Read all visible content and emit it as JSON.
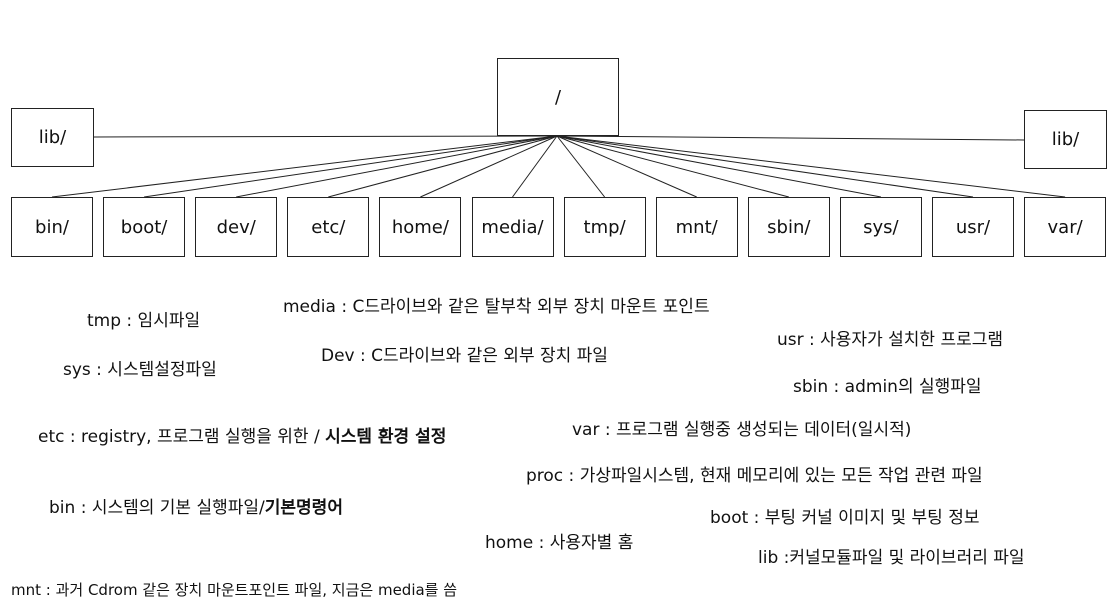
{
  "tree": {
    "root": "/",
    "side_left": "lib/",
    "side_right": "lib/",
    "children": [
      "bin/",
      "boot/",
      "dev/",
      "etc/",
      "home/",
      "media/",
      "tmp/",
      "mnt/",
      "sbin/",
      "sys/",
      "usr/",
      "var/"
    ]
  },
  "notes": {
    "tmp": "tmp :  임시파일",
    "media": "media : C드라이브와 같은 탈부착 외부 장치 마운트 포인트",
    "usr": "usr : 사용자가 설치한 프로그램",
    "sys": "sys :  시스템설정파일",
    "dev": "Dev : C드라이브와 같은 외부 장치 파일",
    "sbin": "sbin : admin의 실행파일",
    "etc_prefix": "etc : registry, 프로그램 실행을 위한 / ",
    "etc_bold": "시스템 환경 설정",
    "var": "var : 프로그램 실행중 생성되는 데이터(일시적)",
    "proc": "proc : 가상파일시스템, 현재 메모리에 있는 모든 작업 관련 파일",
    "bin_prefix": "bin : 시스템의 기본 실행파일/",
    "bin_bold": "기본명령어",
    "boot": "boot : 부팅 커널 이미지 및 부팅 정보",
    "home": "home : 사용자별 홈",
    "lib": "lib :커널모듈파일 및 라이브러리 파일",
    "mnt": "mnt : 과거 Cdrom 같은 장치 마운트포인트 파일, 지금은 media를 씀"
  }
}
